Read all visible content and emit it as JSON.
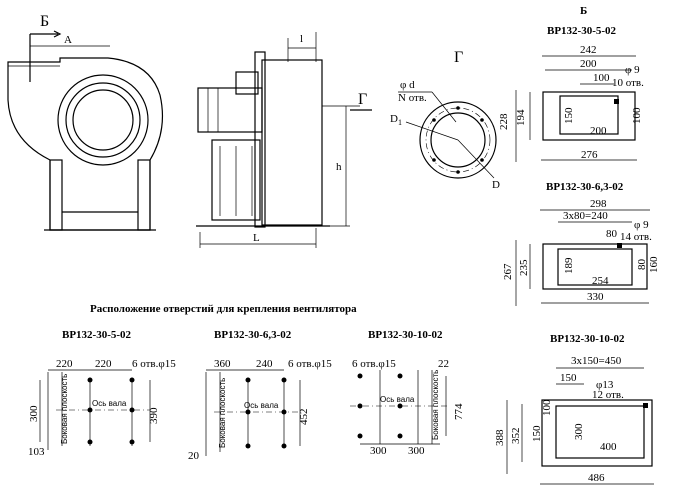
{
  "views": {
    "front": {
      "label": "Б",
      "dim_a": "A"
    },
    "side": {
      "dim_l_small": "l",
      "dim_L": "L",
      "dim_h": "h",
      "view_marker": "Г"
    },
    "flange": {
      "title": "Г",
      "hole_d": "φ d",
      "hole_n": "N отв.",
      "D1": "D",
      "D1_sub": "1",
      "D": "D"
    }
  },
  "section_b": {
    "title": "Б",
    "p1": {
      "model": "ВР132-30-5-02",
      "d242": "242",
      "d200": "200",
      "d100": "100",
      "hole": "φ 9",
      "holes": "10 отв.",
      "d194": "194",
      "d228": "228",
      "d150": "150",
      "d200b": "200",
      "d100r": "100",
      "d276": "276"
    },
    "p2": {
      "model": "ВР132-30-6,3-02",
      "d298": "298",
      "d3x80": "3х80=240",
      "d80": "80",
      "hole": "φ 9",
      "holes": "14 отв.",
      "d267": "267",
      "d235": "235",
      "d189": "189",
      "d254": "254",
      "d80r": "80",
      "d160": "160",
      "d330": "330"
    },
    "p3": {
      "model": "ВР132-30-10-02",
      "d3x150": "3х150=450",
      "d150": "150",
      "hole": "φ13",
      "holes": "12 отв.",
      "d100": "100",
      "d388": "388",
      "d352": "352",
      "d150l": "150",
      "d300": "300",
      "d400": "400",
      "d486": "486"
    }
  },
  "mounting": {
    "heading": "Расположение отверстий для крепления вентилятора",
    "m1": {
      "model": "ВР132-30-5-02",
      "d220a": "220",
      "d220b": "220",
      "holes": "6 отв.φ15",
      "d300": "300",
      "d390": "390",
      "d103": "103",
      "side": "Боковая плоскость",
      "axis": "Ось вала"
    },
    "m2": {
      "model": "ВР132-30-6,3-02",
      "d360": "360",
      "d240": "240",
      "holes": "6 отв.φ15",
      "d452": "452",
      "d20": "20",
      "side": "Боковая плоскость",
      "axis": "Ось вала"
    },
    "m3": {
      "model": "ВР132-30-10-02",
      "holes": "6 отв.φ15",
      "d22": "22",
      "d774": "774",
      "d300a": "300",
      "d300b": "300",
      "side": "Боковая плоскость",
      "axis": "Ось вала"
    }
  }
}
